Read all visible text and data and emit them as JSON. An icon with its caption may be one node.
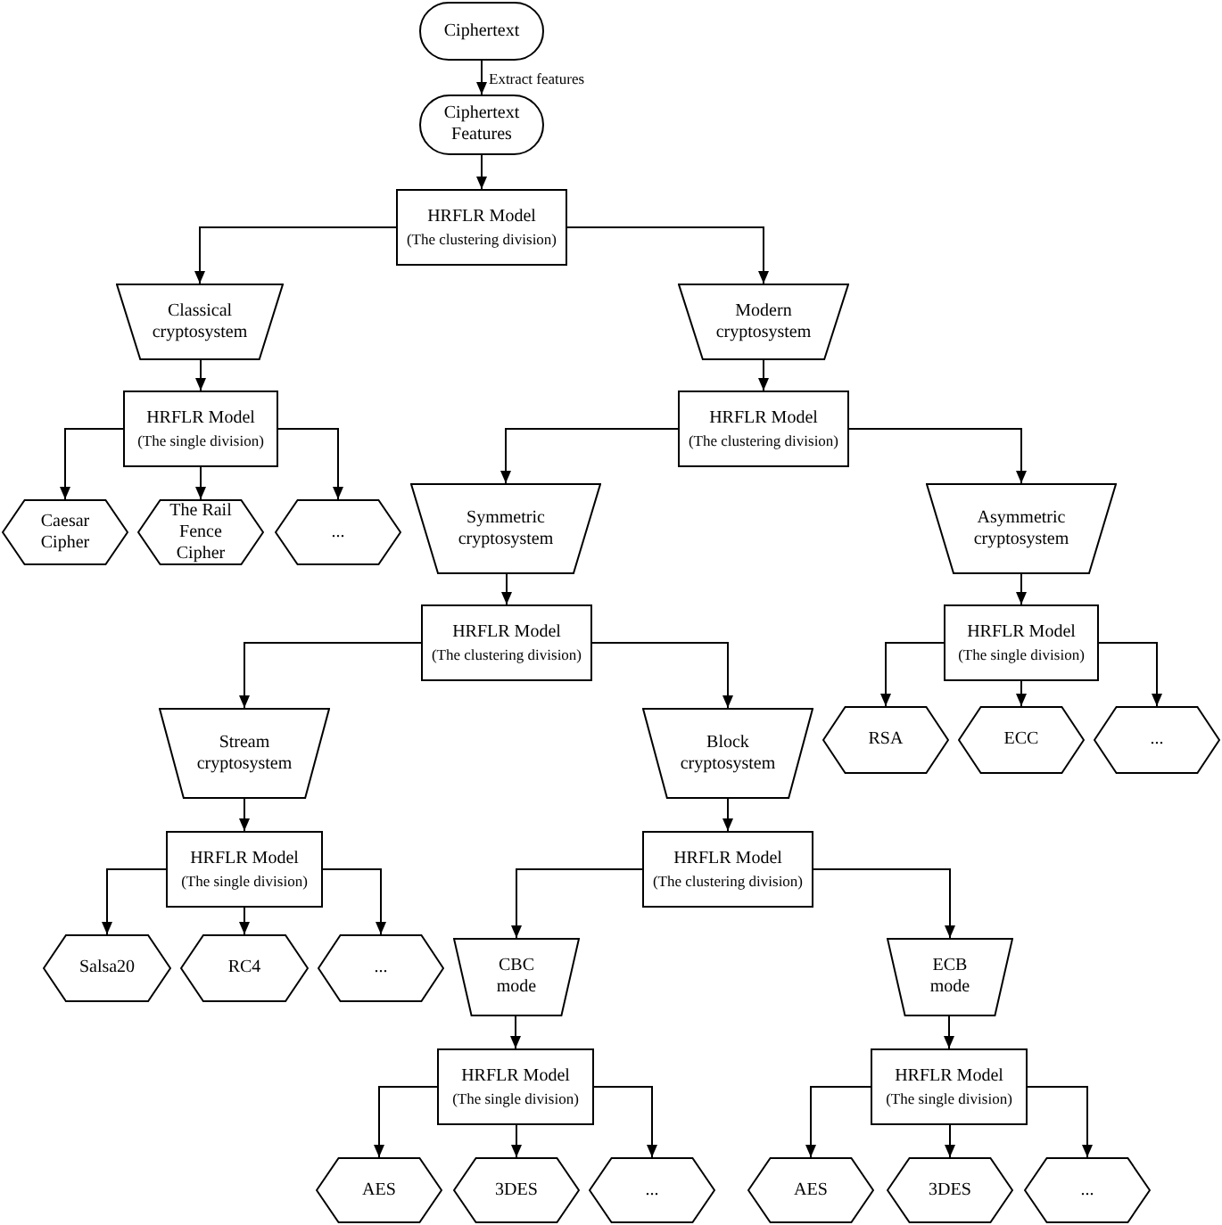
{
  "diagram": {
    "nodes": [
      {
        "text": [
          "Ciphertext"
        ]
      },
      {
        "text": [
          "Ciphertext Features"
        ]
      },
      {
        "text": [
          "HRFLR Model",
          "(The clustering division)"
        ]
      },
      {
        "text": [
          "Classical cryptosystem"
        ]
      },
      {
        "text": [
          "Modern cryptosystem"
        ]
      },
      {
        "text": [
          "HRFLR Model",
          "(The single division)"
        ]
      },
      {
        "text": [
          "HRFLR Model",
          "(The clustering division)"
        ]
      },
      {
        "text": [
          "Caesar Cipher"
        ]
      },
      {
        "text": [
          "The Rail Fence Cipher"
        ]
      },
      {
        "text": [
          "..."
        ]
      },
      {
        "text": [
          "Symmetric cryptosystem"
        ]
      },
      {
        "text": [
          "Asymmetric cryptosystem"
        ]
      },
      {
        "text": [
          "HRFLR Model",
          "(The clustering division)"
        ]
      },
      {
        "text": [
          "HRFLR Model",
          "(The single division)"
        ]
      },
      {
        "text": [
          "Stream cryptosystem"
        ]
      },
      {
        "text": [
          "Block cryptosystem"
        ]
      },
      {
        "text": [
          "RSA"
        ]
      },
      {
        "text": [
          "ECC"
        ]
      },
      {
        "text": [
          "..."
        ]
      },
      {
        "text": [
          "HRFLR Model",
          "(The single division)"
        ]
      },
      {
        "text": [
          "HRFLR Model",
          "(The clustering division)"
        ]
      },
      {
        "text": [
          "Salsa20"
        ]
      },
      {
        "text": [
          "RC4"
        ]
      },
      {
        "text": [
          "..."
        ]
      },
      {
        "text": [
          "CBC mode"
        ]
      },
      {
        "text": [
          "ECB mode"
        ]
      },
      {
        "text": [
          "HRFLR Model",
          "(The single division)"
        ]
      },
      {
        "text": [
          "HRFLR Model",
          "(The single division)"
        ]
      },
      {
        "text": [
          "AES"
        ]
      },
      {
        "text": [
          "3DES"
        ]
      },
      {
        "text": [
          "..."
        ]
      },
      {
        "text": [
          "AES"
        ]
      },
      {
        "text": [
          "3DES"
        ]
      },
      {
        "text": [
          "..."
        ]
      }
    ],
    "edges": [
      {
        "from": 0,
        "to": 1,
        "arrow": "to",
        "label": "Extract features"
      },
      {
        "from": 1,
        "to": 2,
        "arrow": "to"
      },
      {
        "from": 2,
        "to": 3,
        "arrow": "to"
      },
      {
        "from": 2,
        "to": 4,
        "arrow": "to"
      },
      {
        "from": 3,
        "to": 5,
        "arrow": "to"
      },
      {
        "from": 4,
        "to": 6,
        "arrow": "to"
      },
      {
        "from": 5,
        "to": 7,
        "arrow": "to"
      },
      {
        "from": 5,
        "to": 8,
        "arrow": "to"
      },
      {
        "from": 5,
        "to": 9,
        "arrow": "to"
      },
      {
        "from": 6,
        "to": 10,
        "arrow": "to"
      },
      {
        "from": 6,
        "to": 11,
        "arrow": "to"
      },
      {
        "from": 10,
        "to": 12,
        "arrow": "to"
      },
      {
        "from": 11,
        "to": 13,
        "arrow": "to"
      },
      {
        "from": 12,
        "to": 14,
        "arrow": "to"
      },
      {
        "from": 12,
        "to": 15,
        "arrow": "to"
      },
      {
        "from": 13,
        "to": 16,
        "arrow": "to"
      },
      {
        "from": 13,
        "to": 17,
        "arrow": "to"
      },
      {
        "from": 13,
        "to": 18,
        "arrow": "to"
      },
      {
        "from": 14,
        "to": 19,
        "arrow": "to"
      },
      {
        "from": 15,
        "to": 20,
        "arrow": "to"
      },
      {
        "from": 19,
        "to": 21,
        "arrow": "to"
      },
      {
        "from": 19,
        "to": 22,
        "arrow": "to"
      },
      {
        "from": 19,
        "to": 23,
        "arrow": "to"
      },
      {
        "from": 20,
        "to": 24,
        "arrow": "to"
      },
      {
        "from": 20,
        "to": 25,
        "arrow": "to"
      },
      {
        "from": 24,
        "to": 26,
        "arrow": "to"
      },
      {
        "from": 25,
        "to": 27,
        "arrow": "to"
      },
      {
        "from": 26,
        "to": 28,
        "arrow": "to"
      },
      {
        "from": 26,
        "to": 29,
        "arrow": "to"
      },
      {
        "from": 26,
        "to": 30,
        "arrow": "to"
      },
      {
        "from": 27,
        "to": 31,
        "arrow": "to"
      },
      {
        "from": 27,
        "to": 32,
        "arrow": "to"
      },
      {
        "from": 27,
        "to": 33,
        "arrow": "to"
      }
    ]
  }
}
